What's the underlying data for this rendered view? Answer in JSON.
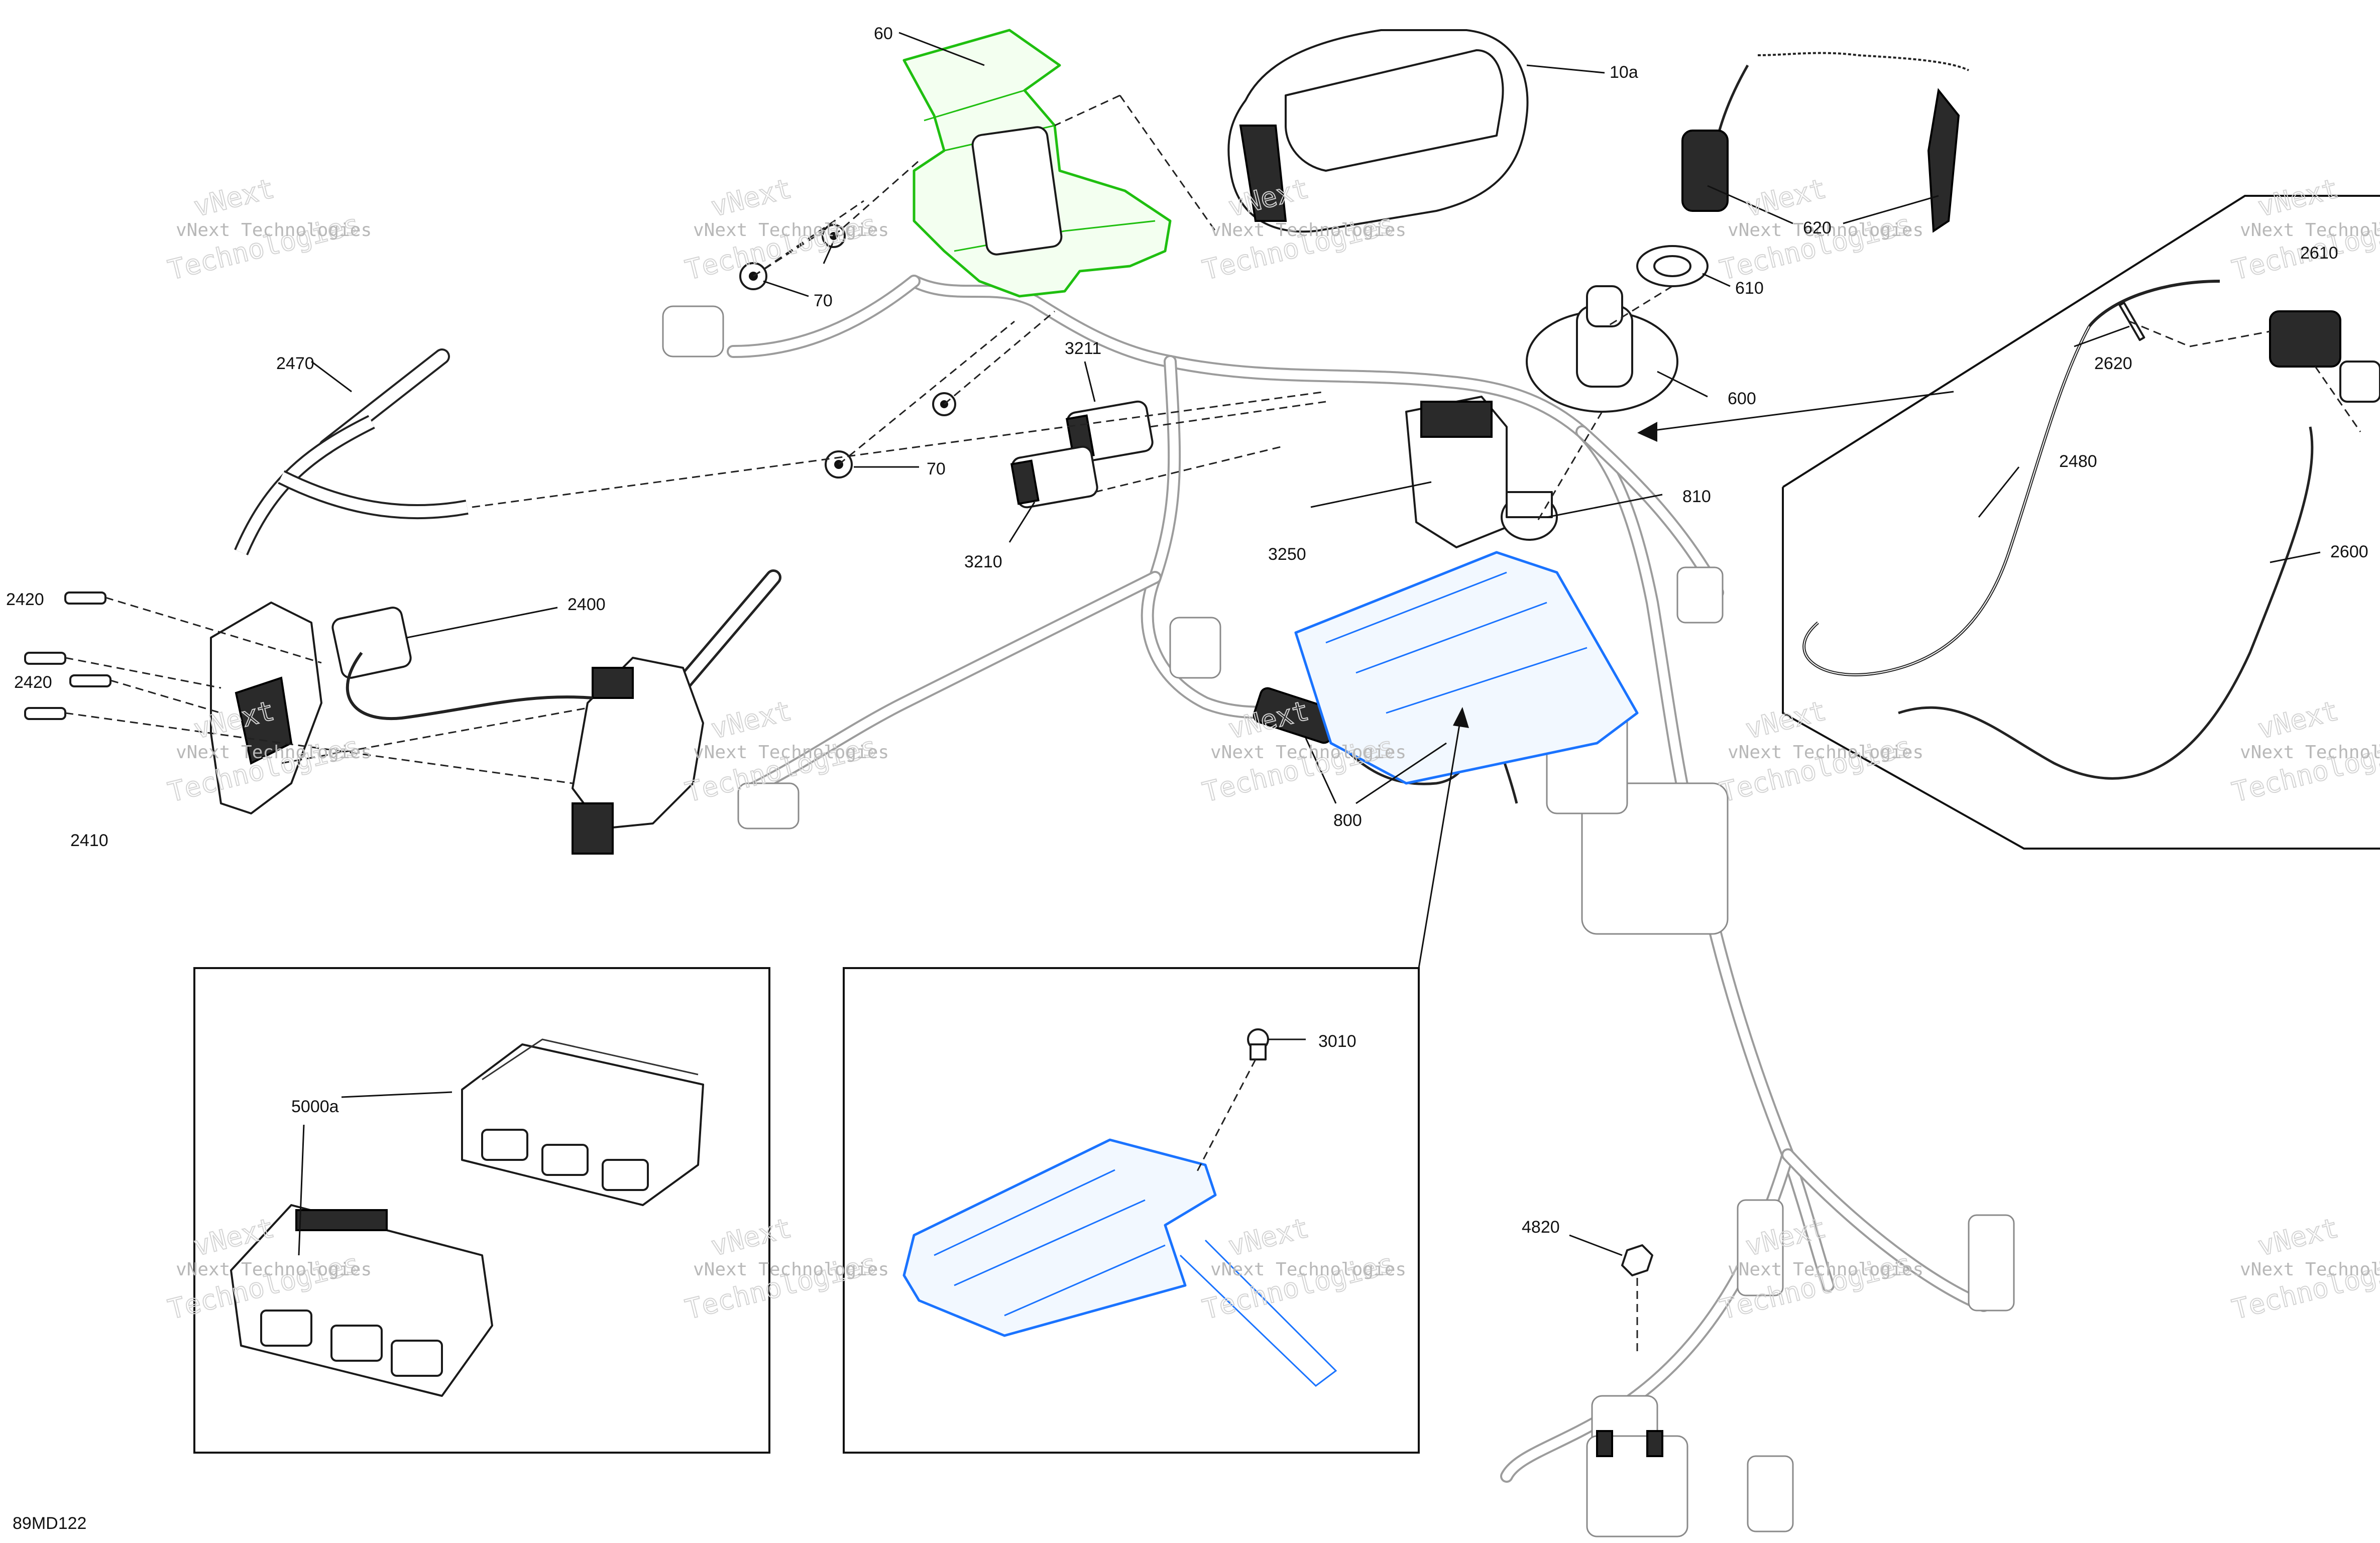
{
  "diagram": {
    "drawing_code": "89MD122",
    "watermark": {
      "small": "vNext Technologies",
      "big_top": "vNext",
      "big_bottom": "Technologies"
    },
    "callouts": [
      {
        "id": "c60",
        "text": "60"
      },
      {
        "id": "c10a",
        "text": "10a"
      },
      {
        "id": "c620",
        "text": "620"
      },
      {
        "id": "c610",
        "text": "610"
      },
      {
        "id": "c600",
        "text": "600"
      },
      {
        "id": "c70a",
        "text": "70"
      },
      {
        "id": "c70b",
        "text": "70"
      },
      {
        "id": "c3211",
        "text": "3211"
      },
      {
        "id": "c3210",
        "text": "3210"
      },
      {
        "id": "c2470",
        "text": "2470"
      },
      {
        "id": "c2420a",
        "text": "2420"
      },
      {
        "id": "c2420b",
        "text": "2420"
      },
      {
        "id": "c2400",
        "text": "2400"
      },
      {
        "id": "c2410",
        "text": "2410"
      },
      {
        "id": "c810",
        "text": "810"
      },
      {
        "id": "c3250",
        "text": "3250"
      },
      {
        "id": "c800",
        "text": "800"
      },
      {
        "id": "c2610",
        "text": "2610"
      },
      {
        "id": "c2620",
        "text": "2620"
      },
      {
        "id": "c2480",
        "text": "2480"
      },
      {
        "id": "c2600",
        "text": "2600"
      },
      {
        "id": "c3010",
        "text": "3010"
      },
      {
        "id": "c5000a",
        "text": "5000a"
      },
      {
        "id": "c4820",
        "text": "4820"
      }
    ],
    "highlight_colors": {
      "bracket": "#1fbf10",
      "ecu_mount": "#1a73ff"
    }
  }
}
